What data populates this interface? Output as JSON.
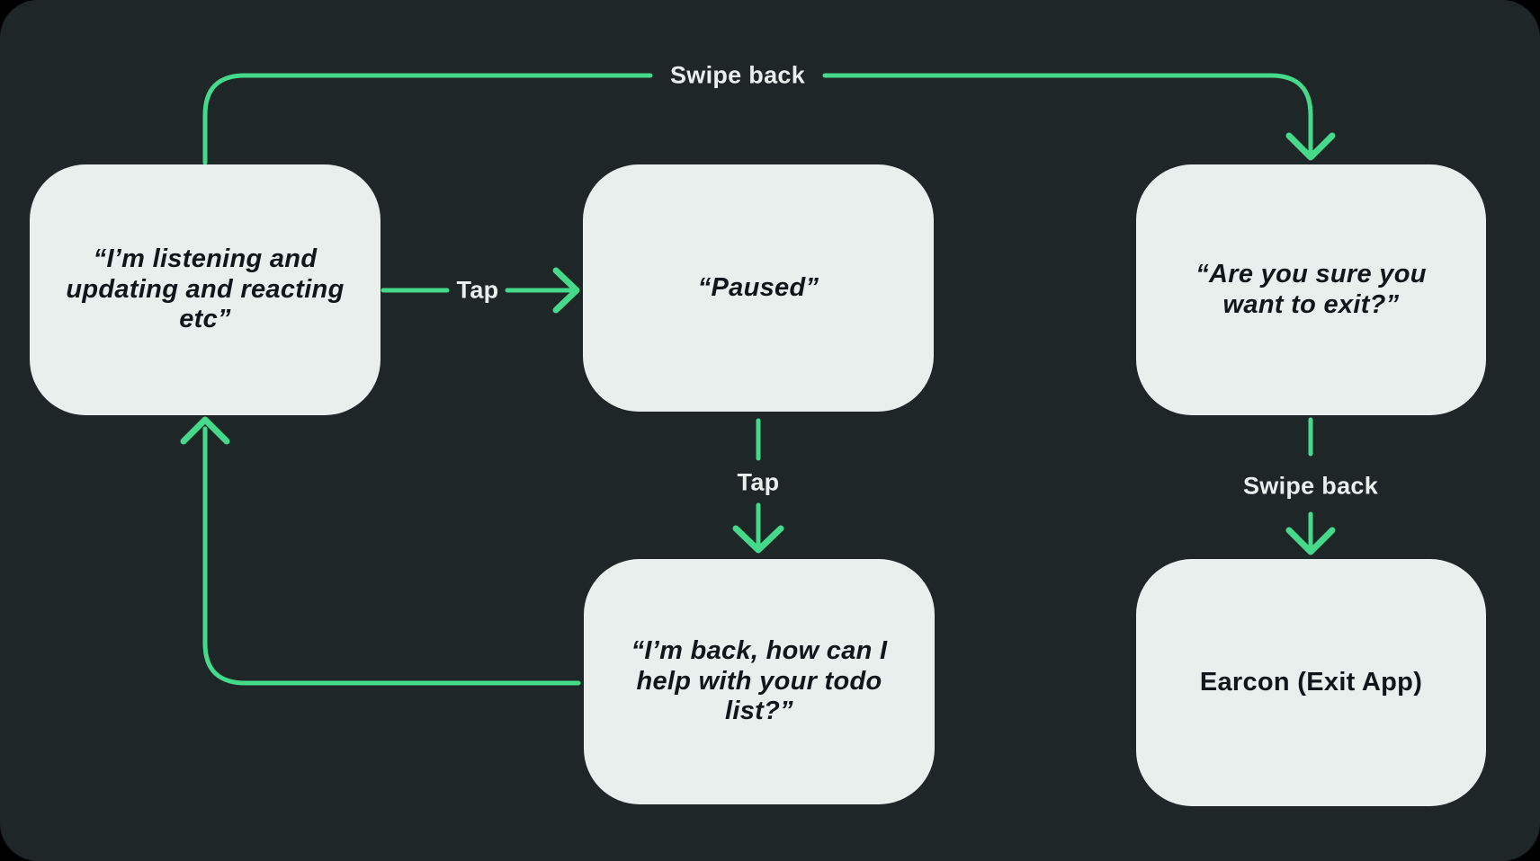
{
  "diagram": {
    "nodes": {
      "listening": {
        "label": "“I’m listening and updating and reacting etc”"
      },
      "paused": {
        "label": "“Paused”"
      },
      "confirm_exit": {
        "label": "“Are you sure you want to exit?”"
      },
      "back": {
        "label": "“I’m back, how can I help with your todo list?”"
      },
      "earcon": {
        "label": "Earcon (Exit App)"
      }
    },
    "edges": {
      "swipe_back_top": {
        "label": "Swipe back"
      },
      "tap_right": {
        "label": "Tap"
      },
      "tap_down": {
        "label": "Tap"
      },
      "swipe_back_right": {
        "label": "Swipe back"
      }
    },
    "colors": {
      "background": "#1e2627",
      "node_fill": "#e8efec",
      "node_text": "#10171a",
      "arrow": "#45d98a",
      "edge_label_text": "#e8efec"
    }
  }
}
